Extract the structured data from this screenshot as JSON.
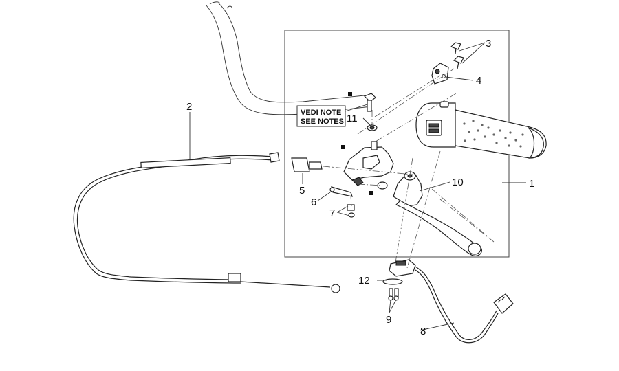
{
  "note": {
    "line1": "VEDI NOTE",
    "line2": "SEE NOTES"
  },
  "callouts": {
    "c1": "1",
    "c2": "2",
    "c3": "3",
    "c4": "4",
    "c5": "5",
    "c6": "6",
    "c7": "7",
    "c8": "8",
    "c9": "9",
    "c10": "10",
    "c11": "11",
    "c12": "12"
  }
}
